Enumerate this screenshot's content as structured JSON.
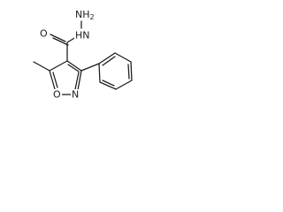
{
  "atom_labels": {
    "hydrazide_amine": "NH2",
    "hydrazide_nh": "HN",
    "carbonyl_oxygen": "O",
    "ring_oxygen": "O",
    "ring_nitrogen": "N"
  },
  "colors": {
    "ink": "#1a1a1a",
    "background": "#ffffff"
  }
}
